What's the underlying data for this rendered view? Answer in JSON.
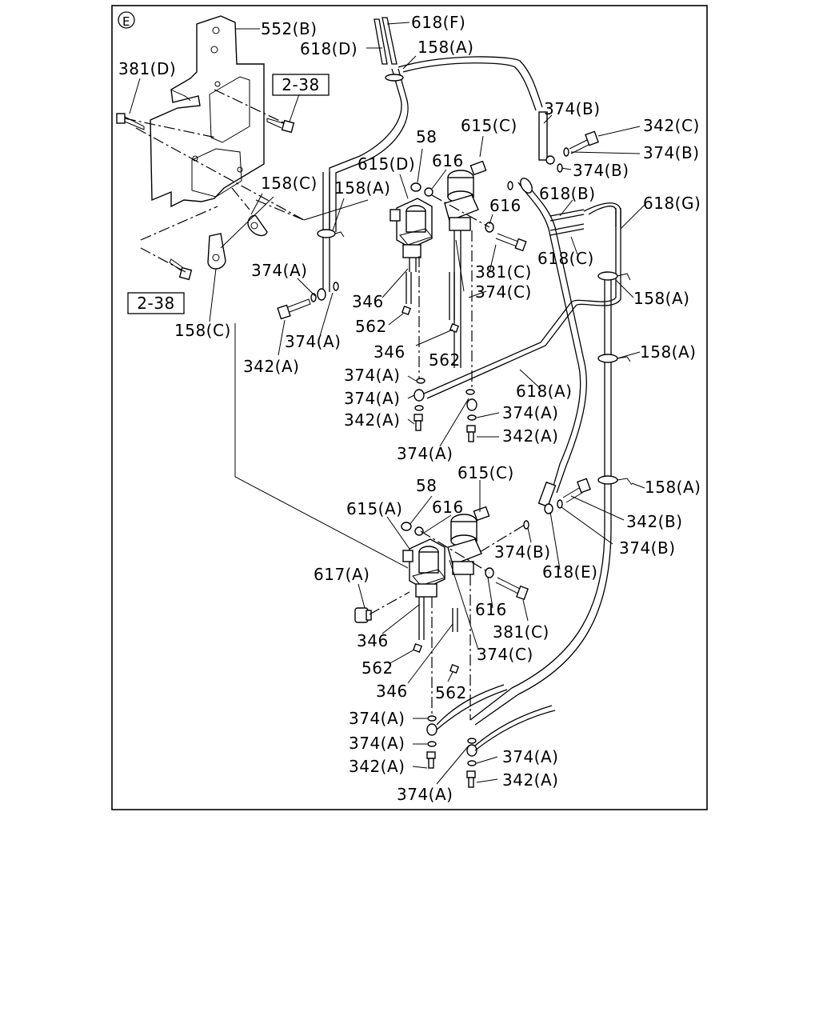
{
  "diagram": {
    "section_marker": "E",
    "labels": {
      "l552b": "552(B)",
      "l618f": "618(F)",
      "l618d": "618(D)",
      "l158a_top": "158(A)",
      "l381d": "381(D)",
      "ref_top": "2-38",
      "l374b_1": "374(B)",
      "l342c": "342(C)",
      "l374b_2": "374(B)",
      "l374b_3": "374(B)",
      "l615c_1": "615(C)",
      "l58_1": "58",
      "l615d": "615(D)",
      "l616_1": "616",
      "l158c_1": "158(C)",
      "l158a_2": "158(A)",
      "l616_2": "616",
      "l618b": "618(B)",
      "l618g": "618(G)",
      "l618c": "618(C)",
      "l374a_1": "374(A)",
      "l381c_1": "381(C)",
      "l374c_1": "374(C)",
      "l158a_3": "158(A)",
      "l346_1": "346",
      "ref_bottom": "2-38",
      "l562_1": "562",
      "l158c_2": "158(C)",
      "l374a_2": "374(A)",
      "l346_2": "346",
      "l158a_4": "158(A)",
      "l562_2": "562",
      "l342a_1": "342(A)",
      "l374a_3": "374(A)",
      "l618a": "618(A)",
      "l374a_4": "374(A)",
      "l342a_2": "342(A)",
      "l374a_5": "374(A)",
      "l342a_3": "342(A)",
      "l374a_6": "374(A)",
      "l615c_2": "615(C)",
      "l58_2": "58",
      "l158a_5": "158(A)",
      "l615a": "615(A)",
      "l616_3": "616",
      "l342b": "342(B)",
      "l374b_4": "374(B)",
      "l374b_5": "374(B)",
      "l617a": "617(A)",
      "l618e": "618(E)",
      "l616_4": "616",
      "l381c_2": "381(C)",
      "l346_3": "346",
      "l374c_2": "374(C)",
      "l562_3": "562",
      "l346_4": "346",
      "l562_4": "562",
      "l374a_7": "374(A)",
      "l374a_8": "374(A)",
      "l342a_4": "342(A)",
      "l374a_9": "374(A)",
      "l342a_5": "342(A)",
      "l374a_10": "374(A)"
    }
  }
}
